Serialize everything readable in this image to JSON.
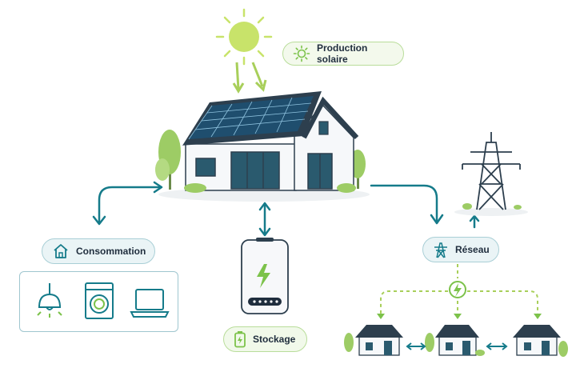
{
  "labels": {
    "solar": "Production solaire",
    "consumption": "Consommation",
    "grid": "Réseau",
    "storage": "Stockage"
  },
  "icons": {
    "sun": "sun-icon",
    "house": "house-outline-icon",
    "pylon": "pylon-icon",
    "battery": "battery-icon",
    "lamp": "ceiling-lamp-icon",
    "washer": "washing-machine-icon",
    "laptop": "laptop-icon",
    "bolt": "lightning-icon"
  },
  "colors": {
    "teal": "#157b8a",
    "green": "#7cc24a",
    "sun": "#c8e36a",
    "roof": "#2d3f4e",
    "panel": "#1f4e6e"
  }
}
